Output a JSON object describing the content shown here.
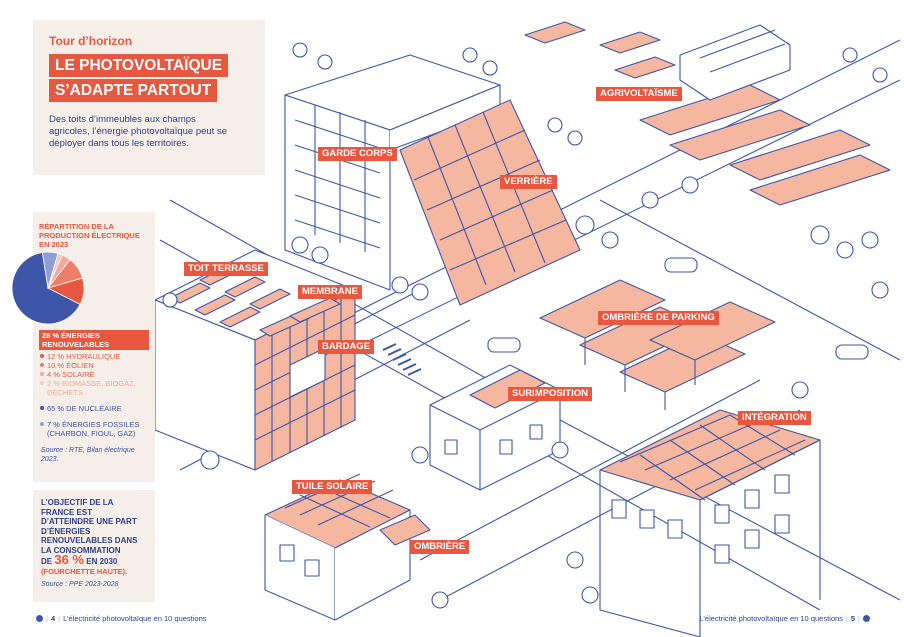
{
  "intro": {
    "kicker": "Tour d’horizon",
    "headline_line1": "LE PHOTOVOLTAÏQUE",
    "headline_line2": "S’ADAPTE PARTOUT",
    "description": "Des toits d’immeubles aux champs agricoles, l’énergie photovoltaïque peut se déployer dans tous les territoires."
  },
  "stats": {
    "title": "RÉPARTITION DE LA PRODUCTION ÉLECTRIQUE EN 2023",
    "renewables_header": "28 % ÉNERGIES RENOUVELABLES",
    "renewables_items": [
      "12 % HYDRAULIQUE",
      "10 % ÉOLIEN",
      "4 % SOLAIRE",
      "2 % BIOMASSE, BIOGAZ, DÉCHETS"
    ],
    "nuclear": "65 % DE NUCLÉAIRE",
    "fossil": "7 % ÉNERGIES FOSSILES (CHARBON, FIOUL, GAZ)",
    "source": "Source : RTE, Bilan électrique 2023."
  },
  "chart_data": {
    "type": "pie",
    "slices": [
      {
        "label": "65 % DE NUCLÉAIRE",
        "value": 65,
        "color": "#3e56a8"
      },
      {
        "label": "12 % HYDRAULIQUE",
        "value": 12,
        "color": "#e8573f"
      },
      {
        "label": "10 % ÉOLIEN",
        "value": 10,
        "color": "#ef7d68"
      },
      {
        "label": "4 % SOLAIRE",
        "value": 4,
        "color": "#f4a897"
      },
      {
        "label": "2 % BIOMASSE, BIOGAZ, DÉCHETS",
        "value": 2,
        "color": "#f8c9bd"
      },
      {
        "label": "7 % ÉNERGIES FOSSILES (CHARBON, FIOUL, GAZ)",
        "value": 7,
        "color": "#8f9fd6"
      }
    ]
  },
  "goal": {
    "text_before": "L’OBJECTIF DE LA FRANCE EST D’ATTEINDRE UNE PART D’ÉNERGIES RENOUVELABLES DANS LA CONSOMMATION",
    "de": "DE",
    "percent": "36 %",
    "year": "EN 2030",
    "range": "(FOURCHETTE HAUTE).",
    "source": "Source : PPE 2023-2028"
  },
  "tags": {
    "agrivoltaisme": "AGRIVOLTAÏSME",
    "garde_corps": "GARDE CORPS",
    "verriere": "VERRIÈRE",
    "toit_terrasse": "TOIT TERRASSE",
    "membrane": "MEMBRANE",
    "bardage": "BARDAGE",
    "ombriere_parking": "OMBRIÈRE DE PARKING",
    "surimposition": "SURIMPOSITION",
    "integration": "INTÉGRATION",
    "tuile_solaire": "TUILE SOLAIRE",
    "ombriere": "OMBRIÈRE"
  },
  "footer": {
    "left_page": "4",
    "left_title": "L’électricité photovoltaïque en 10 questions",
    "right_title": "L’électricité photovoltaïque en 10 questions",
    "right_page": "5"
  },
  "colors": {
    "accent": "#e8573f",
    "navy": "#2f3f8f",
    "panel_bg": "#f6efe9",
    "solar_fill": "#f5b79f"
  }
}
